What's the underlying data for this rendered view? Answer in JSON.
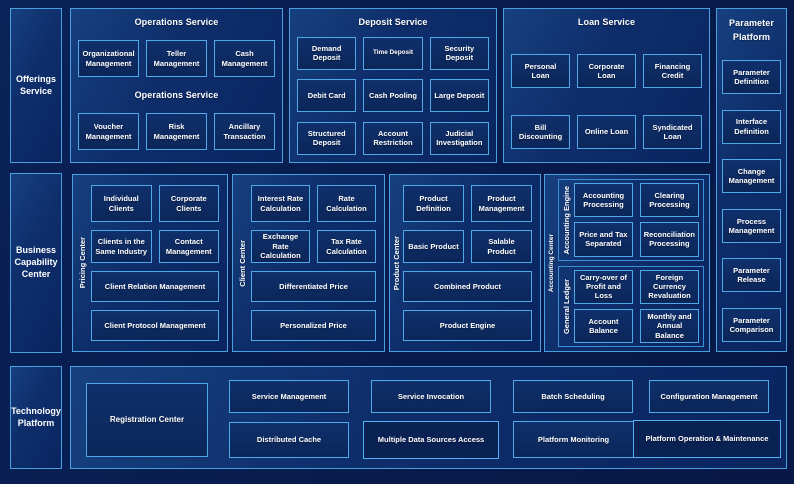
{
  "colors": {
    "page_bg": "#081b4d",
    "panel_border": "#4aa0de",
    "box_border": "#4fa8e8",
    "box_bg_top": "#10306c",
    "box_bg_bottom": "#0b2659",
    "text": "#ffffff"
  },
  "sidebar": {
    "offerings": "Offerings Service",
    "business": "Business Capability Center",
    "technology": "Technology Platform"
  },
  "operations": {
    "title": "Operations Service",
    "mid_label": "Operations Service",
    "row1": [
      "Organizational Management",
      "Teller Management",
      "Cash Management"
    ],
    "row2": [
      "Voucher Management",
      "Risk Management",
      "Ancillary Transaction"
    ]
  },
  "deposit": {
    "title": "Deposit Service",
    "row1": [
      "Demand Deposit",
      "Time Deposit",
      "Security Deposit"
    ],
    "row2": [
      "Debit Card",
      "Cash Pooling",
      "Large Deposit"
    ],
    "row3": [
      "Structured Deposit",
      "Account Restriction",
      "Judicial Investigation"
    ]
  },
  "loan": {
    "title": "Loan Service",
    "row1": [
      "Personal Loan",
      "Corporate Loan",
      "Financing Credit"
    ],
    "row2": [
      "Bill Discounting",
      "Online Loan",
      "Syndicated Loan"
    ]
  },
  "parameter": {
    "title": "Parameter Platform",
    "items": [
      "Parameter Definition",
      "Interface Definition",
      "Change Management",
      "Process Management",
      "Parameter Release",
      "Parameter Comparison"
    ]
  },
  "pricing": {
    "label": "Pricing Center",
    "row1": [
      "Individual Clients",
      "Corporate Clients"
    ],
    "row2": [
      "Clients in the Same Industry",
      "Contact Management"
    ],
    "row3": "Client Relation Management",
    "row4": "Client Protocol Management"
  },
  "client": {
    "label": "Client Center",
    "row1": [
      "Interest Rate Calculation",
      "Rate Calculation"
    ],
    "row2": [
      "Exchange Rate Calculation",
      "Tax Rate Calculation"
    ],
    "row3": "Differentiated Price",
    "row4": "Personalized Price"
  },
  "product": {
    "label": "Product Center",
    "row1": [
      "Product Definition",
      "Product Management"
    ],
    "row2": [
      "Basic Product",
      "Salable Product"
    ],
    "row3": "Combined Product",
    "row4": "Product Engine"
  },
  "accounting": {
    "label": "Accounting Center",
    "engine": {
      "label": "Accounting Engine",
      "row1": [
        "Accounting Processing",
        "Clearing Processing"
      ],
      "row2": [
        "Price and Tax Separated",
        "Reconciliation Processing"
      ]
    },
    "ledger": {
      "label": "General  Ledger",
      "row1": [
        "Carry-over of Profit and Loss",
        "Foreign Currency Revaluation"
      ],
      "row2": [
        "Account Balance",
        "Monthly and Annual Balance"
      ]
    }
  },
  "technology": {
    "registration": "Registration Center",
    "col1": [
      "Service Management",
      "Distributed Cache"
    ],
    "col2": [
      "Service Invocation",
      "Multiple Data Sources Access"
    ],
    "col3": [
      "Batch Scheduling",
      "Platform Monitoring"
    ],
    "col4": [
      "Configuration Management",
      "Platform Operation & Maintenance"
    ]
  }
}
